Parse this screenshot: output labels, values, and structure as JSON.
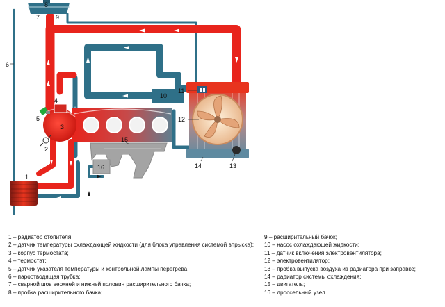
{
  "colors": {
    "hot": "#e8241c",
    "cold": "#2f7088",
    "ink": "#111111"
  },
  "diagram": {
    "labels": {
      "n1": "1",
      "n2": "2",
      "n3": "3",
      "n4": "4",
      "n5": "5",
      "n6": "6",
      "n7": "7",
      "n8": "8",
      "n9": "9",
      "n10": "10",
      "n11": "11",
      "n12": "12",
      "n13": "13",
      "n14": "14",
      "n15": "15",
      "n16": "16"
    }
  },
  "legend": {
    "left": [
      "1 – радиатор отопителя;",
      "2 – датчик температуры охлаждающей жидкости (для блока управления системой впрыска);",
      "3 – корпус термостата;",
      "4 – термостат;",
      "5 – датчик указателя температуры и контрольной лампы перегрева;",
      "6 – пароотводящая трубка;",
      "7 – сварной шов верхней и нижней половин расширительного бачка;",
      "8 – пробка расширительного бачка;"
    ],
    "right": [
      "9 – расширительный бачок;",
      "10 – насос охлаждающей жидкости;",
      "11 – датчик включения электровентилятора;",
      "12 – электровентилятор;",
      "13 – пробка выпуска воздуха из радиатора при заправке;",
      "14 – радиатор системы охлаждения;",
      "15 – двигатель;",
      "16 – дроссельный узел."
    ]
  }
}
